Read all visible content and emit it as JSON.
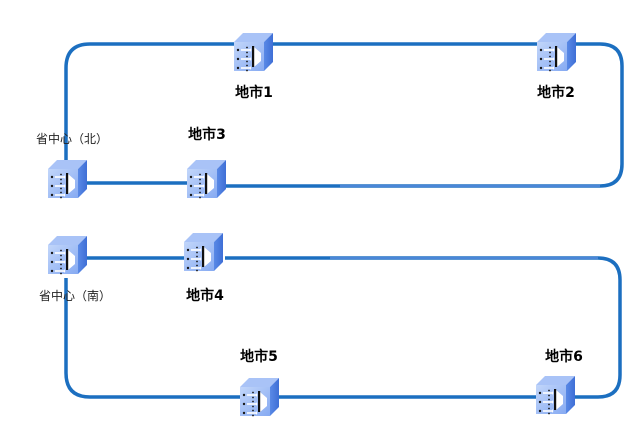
{
  "diagram": {
    "type": "network-ring-topology",
    "line_color": "#1c6fc0",
    "line_color_light": "#3d7fd1",
    "device_colors": {
      "front": "#8fb3f5",
      "front_light": "#b6cdf8",
      "side": "#4f7fe0",
      "top": "#a9c3f7",
      "bar": "#111111",
      "arrow": "#ffffff",
      "dot": "#1a1a1a"
    },
    "device_icon": "optical-transmission-device-icon",
    "rings": [
      {
        "id": "ring-north",
        "nodes": [
          {
            "id": "center-north",
            "label": "省中心（北）",
            "kind": "center"
          },
          {
            "id": "city-3",
            "label": "地市3",
            "kind": "city"
          },
          {
            "id": "city-1",
            "label": "地市1",
            "kind": "city"
          },
          {
            "id": "city-2",
            "label": "地市2",
            "kind": "city"
          }
        ],
        "links": [
          [
            "center-north",
            "city-1"
          ],
          [
            "city-1",
            "city-2"
          ],
          [
            "city-2",
            "city-3"
          ],
          [
            "city-3",
            "center-north"
          ]
        ]
      },
      {
        "id": "ring-south",
        "nodes": [
          {
            "id": "center-south",
            "label": "省中心（南）",
            "kind": "center"
          },
          {
            "id": "city-4",
            "label": "地市4",
            "kind": "city"
          },
          {
            "id": "city-6",
            "label": "地市6",
            "kind": "city"
          },
          {
            "id": "city-5",
            "label": "地市5",
            "kind": "city"
          }
        ],
        "links": [
          [
            "center-south",
            "city-4"
          ],
          [
            "city-4",
            "city-6"
          ],
          [
            "city-6",
            "city-5"
          ],
          [
            "city-5",
            "center-south"
          ]
        ]
      }
    ]
  }
}
